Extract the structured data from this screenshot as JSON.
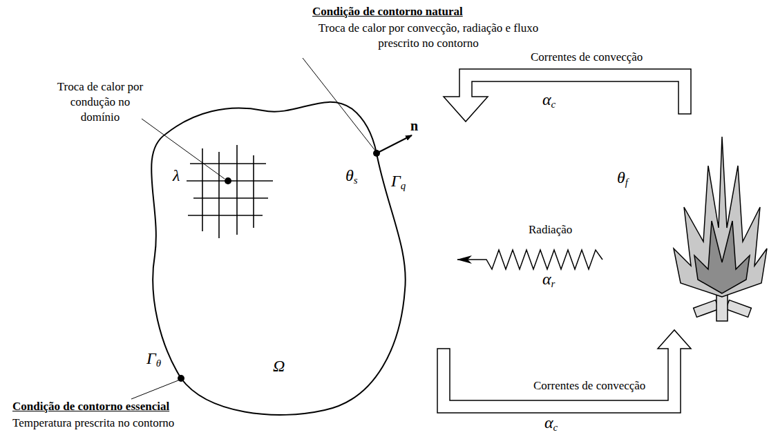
{
  "diagram": {
    "labels": [
      "Condição de contorno natural",
      "Troca de calor por convecção, radiação e fluxo prescrito no contorno",
      "Troca de calor por condução no domínio",
      "Correntes de convecção",
      "αc",
      "n",
      "λ",
      "θs",
      "Γq",
      "Radiação",
      "θf",
      "αr",
      "Γθ",
      "Ω",
      "Condição de contorno essencial",
      "Temperatura prescrita no contorno",
      "Correntes de convecção",
      "αc"
    ]
  }
}
